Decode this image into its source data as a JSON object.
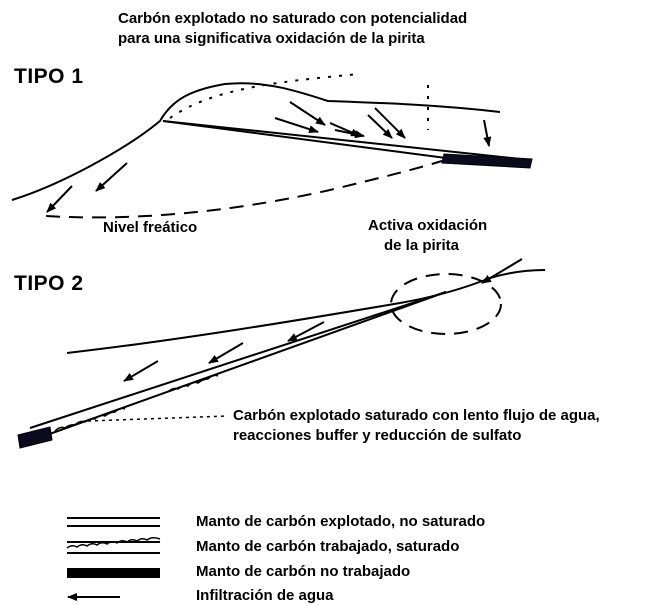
{
  "type1": {
    "label": "TIPO 1",
    "caption_line1": "Carbón explotado no saturado con potencialidad",
    "caption_line2": "para una significativa oxidación de la pirita",
    "water_table_label": "Nivel freático"
  },
  "type2": {
    "label": "TIPO 2",
    "oxidation_line1": "Activa oxidación",
    "oxidation_line2": "de la pirita",
    "caption_line1": "Carbón explotado saturado con lento flujo de agua,",
    "caption_line2": "reacciones buffer y reducción de sulfato"
  },
  "legend": [
    {
      "symbol": "double-line",
      "label": "Manto de carbón explotado, no saturado"
    },
    {
      "symbol": "wavy-double-line",
      "label": "Manto de carbón trabajado,  saturado"
    },
    {
      "symbol": "solid-bar",
      "label": "Manto de carbón no trabajado"
    },
    {
      "symbol": "arrow-left",
      "label": "Infiltración de agua"
    }
  ],
  "colors": {
    "ink": "#000000",
    "unmined_coal": "#0b0b1e"
  }
}
